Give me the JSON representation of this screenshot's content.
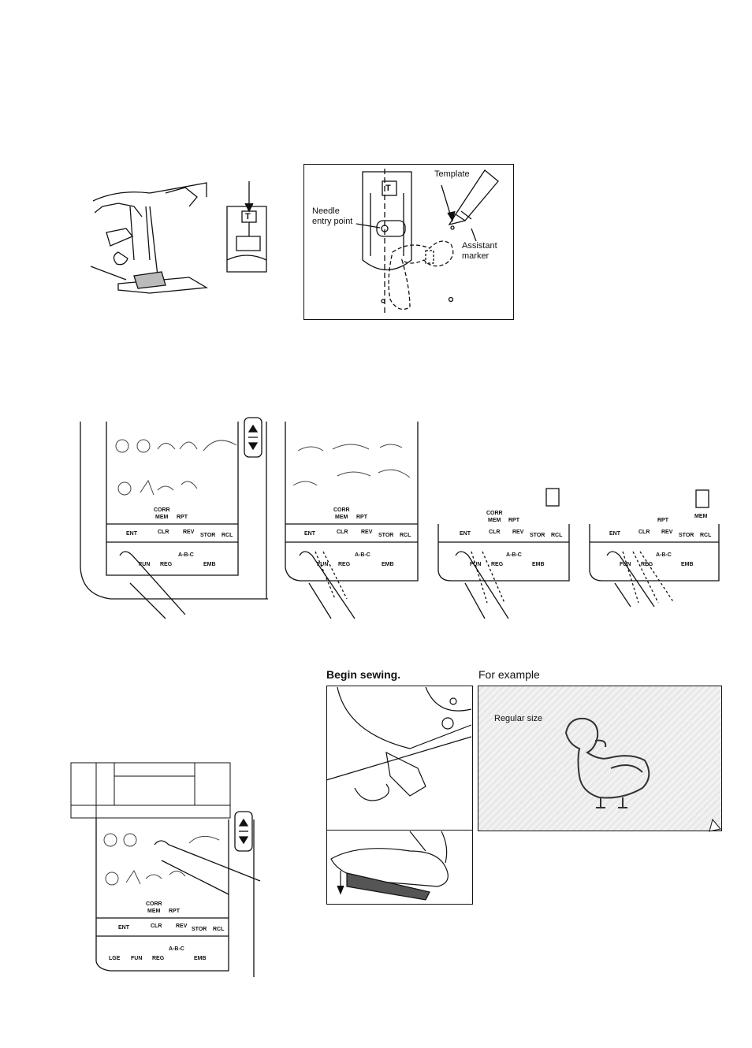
{
  "foot_figure": {
    "foot_mark": "T"
  },
  "template_figure": {
    "foot_mark": "T",
    "labels": {
      "template": "Template",
      "needle_line1": "Needle",
      "needle_line2": "entry point",
      "marker_line1": "Assistant",
      "marker_line2": "marker"
    }
  },
  "panels": {
    "buttons": {
      "corr": "CORR",
      "mem": "MEM",
      "rpt": "RPT",
      "ent": "ENT",
      "clr": "CLR",
      "rev": "REV",
      "stor": "STOR",
      "rcl": "RCL",
      "lge": "LGE",
      "fun": "FUN",
      "reg": "REG",
      "abc": "A-B-C",
      "emb": "EMB"
    }
  },
  "sewing": {
    "heading": "Begin sewing."
  },
  "example": {
    "heading": "For example",
    "caption": "Regular size"
  }
}
